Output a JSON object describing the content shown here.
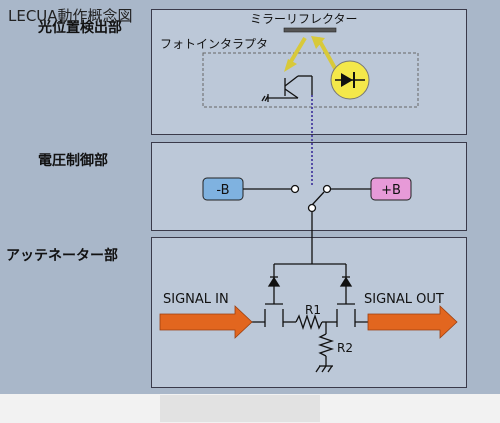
{
  "sections": {
    "position_detector": "光位置検出部",
    "voltage_control": "電圧制御部",
    "attenuator": "アッテネーター部"
  },
  "components": {
    "mirror_reflector": "ミラーリフレクター",
    "photo_interrupter": "フォトインタラプタ",
    "minus_b": "-B",
    "plus_b": "+B",
    "r1": "R1",
    "r2": "R2",
    "signal_in": "SIGNAL IN",
    "signal_out": "SIGNAL OUT"
  },
  "colors": {
    "panel_fill": "#bcc8d8",
    "background": "#a9b7c9",
    "minus_b_fill": "#7fb2e0",
    "plus_b_fill": "#e79ad8",
    "arrow_fill": "#e2661f",
    "led_fill": "#f4e84a",
    "dotted_line": "#3a2e9a"
  },
  "caption": "LECUA動作概念図"
}
